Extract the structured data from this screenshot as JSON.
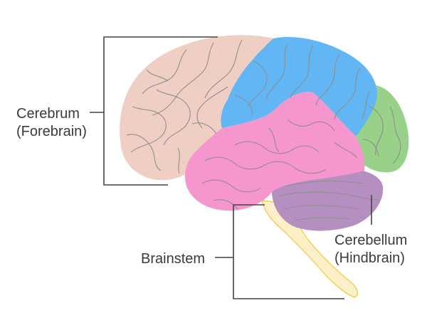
{
  "labels": {
    "cerebrum": {
      "line1": "Cerebrum",
      "line2": "(Forebrain)"
    },
    "cerebellum": {
      "line1": "Cerebellum",
      "line2": "(Hindbrain)"
    },
    "brainstem": {
      "line1": "Brainstem"
    }
  },
  "colors": {
    "frontal": "#efcfc4",
    "parietal": "#62b6f4",
    "temporal": "#f596cf",
    "occipital": "#98d18a",
    "cerebellum": "#b68fc1",
    "brainstem_fill": "#fdf0c8",
    "brainstem_stroke": "#efd259",
    "fold_line": "#8e8e8e",
    "leader_line": "#444444"
  }
}
